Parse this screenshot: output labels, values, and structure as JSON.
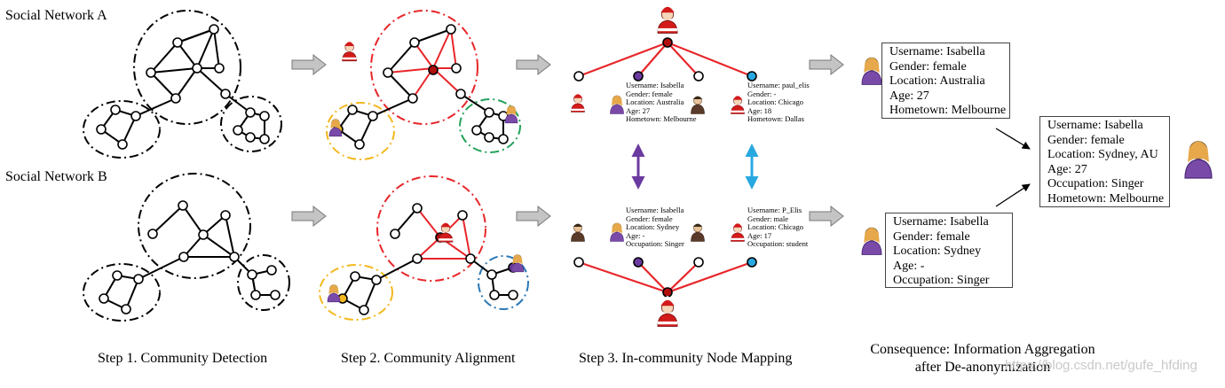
{
  "network_labels": {
    "a": "Social Network A",
    "b": "Social Network B"
  },
  "steps": {
    "step1": "Step 1. Community Detection",
    "step2": "Step 2. Community Alignment",
    "step3": "Step 3. In-community Node Mapping"
  },
  "consequence": {
    "line1": "Consequence: Information Aggregation",
    "line2": "after De-anonymization"
  },
  "watermark": "https://blog.csdn.net/gufe_hfding",
  "profiles_a": {
    "isabella": [
      "Username: Isabella",
      "Gender: female",
      "Location: Australia",
      "Age: 27",
      "Hometown: Melbourne"
    ],
    "paul": [
      "Username: paul_elis",
      "Gender: -",
      "Location: Chicago",
      "Age: 18",
      "Hometown: Dallas"
    ]
  },
  "profiles_b": {
    "isabella": [
      "Username: Isabella",
      "Gender: female",
      "Location: Sydney",
      "Age: -",
      "Occupation: Singer"
    ],
    "paul": [
      "Username: P_Elis",
      "Gender: male",
      "Location: Chicago",
      "Age: 17",
      "Occupation: student"
    ]
  },
  "result_a": [
    "Username: Isabella",
    "Gender: female",
    "Location: Australia",
    "Age: 27",
    "Hometown: Melbourne"
  ],
  "result_b": [
    "Username: Isabella",
    "Gender: female",
    "Location: Sydney",
    "Age: -",
    "Occupation: Singer"
  ],
  "result_merged": [
    "Username: Isabella",
    "Gender: female",
    "Location: Sydney, AU",
    "Age: 27",
    "Occupation: Singer",
    "Hometown: Melbourne"
  ],
  "colors": {
    "red": "#e8262a",
    "yellow": "#f4b81e",
    "green": "#22a35a",
    "blue": "#2a78b5",
    "purple": "#6b3aa0",
    "cyan": "#28a8e0",
    "dark_red": "#b10e0e",
    "arrow_gray": "#bdbdbd"
  }
}
